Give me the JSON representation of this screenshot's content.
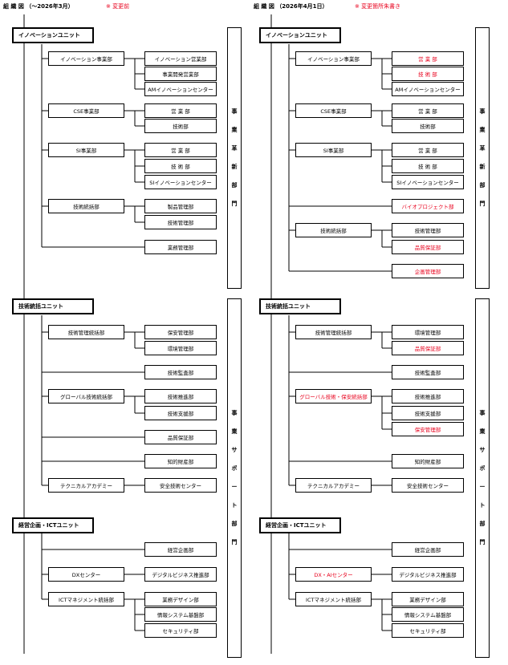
{
  "left": {
    "title": "組 織 図 （～2026年3月）",
    "note": "※ 変更前",
    "units": [
      "イノベーションユニット",
      "技術統括ユニット",
      "経営企画・ICTユニット"
    ],
    "divisions": [
      "イノベーション事業部",
      "CSE事業部",
      "SI事業部",
      "技術統括部",
      "技術管理統括部",
      "グローバル技術統括部",
      "テクニカルアカデミー",
      "DXセンター",
      "ICTマネジメント統括部"
    ],
    "depts": [
      "イノベーション営業部",
      "事業開発営業部",
      "AMイノベーションセンター",
      "営 業 部",
      "技術部",
      "営 業 部",
      "技 術 部",
      "SIイノベーションセンター",
      "製品管理部",
      "技術管理部",
      "業務管理部",
      "保安管理部",
      "環境管理部",
      "技術監査部",
      "技術推進部",
      "技術支援部",
      "品質保証部",
      "知的財産部",
      "安全技術センター",
      "経営企画部",
      "デジタルビジネス推進部",
      "業務デザイン部",
      "情報システム基盤部",
      "セキュリティ部"
    ],
    "side1": [
      "事",
      "業",
      "革",
      "新",
      "部",
      "門"
    ],
    "side2": [
      "事",
      "業",
      "サ",
      "ポ",
      "ー",
      "ト",
      "部",
      "門"
    ]
  },
  "right": {
    "title": "組 織 図 （2026年4月1日）",
    "note": "※ 変更箇所朱書き",
    "units": [
      "イノベーションユニット",
      "技術統括ユニット",
      "経営企画・ICTユニット"
    ],
    "divisions": [
      "イノベーション事業部",
      "CSE事業部",
      "SI事業部",
      "技術統括部",
      "技術管理統括部",
      "グローバル技術・保安統括部",
      "テクニカルアカデミー",
      "DX・AIセンター",
      "ICTマネジメント統括部"
    ],
    "depts": [
      "営 業 部",
      "技 術 部",
      "AMイノベーションセンター",
      "営 業 部",
      "技術部",
      "営 業 部",
      "技 術 部",
      "SIイノベーションセンター",
      "バイオプロジェクト部",
      "技術管理部",
      "品質保証部",
      "企画管理部",
      "環境管理部",
      "品質保証部",
      "技術監査部",
      "技術推進部",
      "技術支援部",
      "保安管理部",
      "知的財産部",
      "安全技術センター",
      "経営企画部",
      "デジタルビジネス推進部",
      "業務デザイン部",
      "情報システム基盤部",
      "セキュリティ部"
    ],
    "side1": [
      "事",
      "業",
      "革",
      "新",
      "部",
      "門"
    ],
    "side2": [
      "事",
      "業",
      "サ",
      "ポ",
      "ー",
      "ト",
      "部",
      "門"
    ]
  },
  "colors": {
    "changed": "#e8001c",
    "line": "#000000"
  }
}
